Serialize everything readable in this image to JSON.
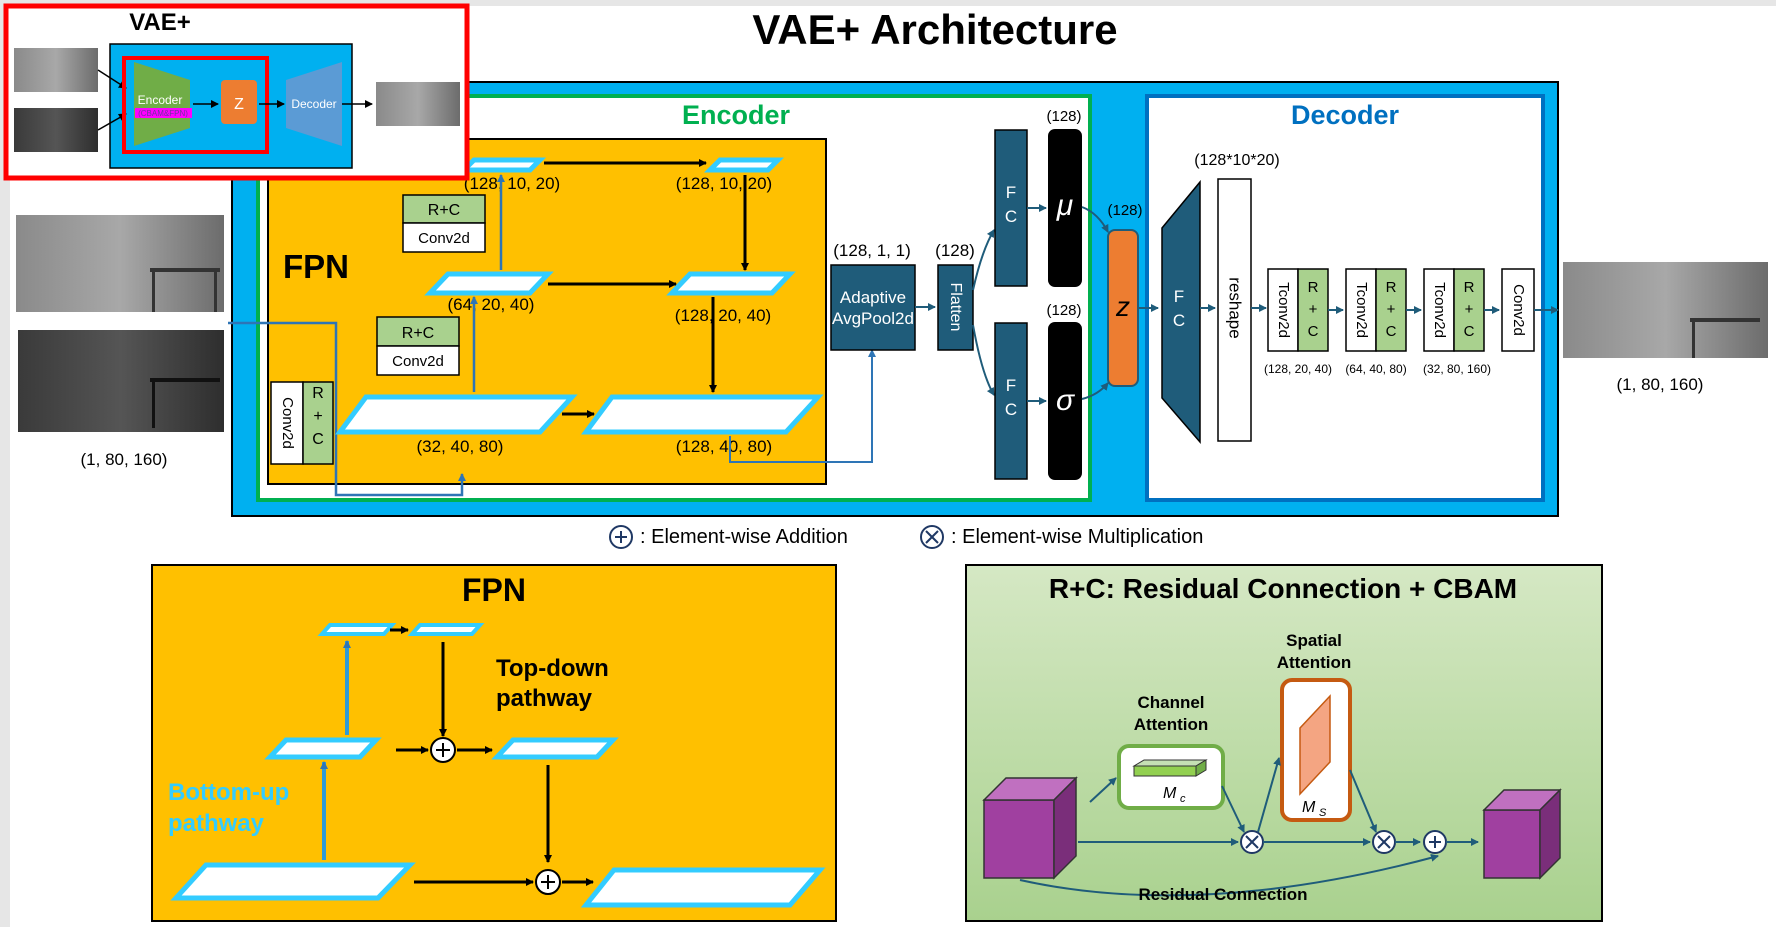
{
  "title": "VAE+ Architecture",
  "thumb": {
    "title": "VAE+",
    "encoder": "Encoder",
    "encoder_sub": "(CBAM&FPN)",
    "z": "Z",
    "decoder": "Decoder"
  },
  "input_shape": "(1, 80, 160)",
  "output_shape": "(1, 80, 160)",
  "encoder": {
    "title": "Encoder",
    "fpn_label": "FPN",
    "conv2d": "Conv2d",
    "rc": "R+C",
    "rc_vertical": "R\n+\nC",
    "shapes": [
      "(128, 10, 20)",
      "(128, 10, 20)",
      "(64, 20, 40)",
      "(128, 20, 40)",
      "(32, 40, 80)",
      "(128, 40, 80)"
    ],
    "pool_shape": "(128, 1, 1)",
    "pool_label_1": "Adaptive",
    "pool_label_2": "AvgPool2d",
    "flatten_shape": "(128)",
    "flatten": "Flatten",
    "fc": "F\nC",
    "mu": "μ",
    "sigma": "σ",
    "mu_shape": "(128)",
    "sigma_shape": "(128)",
    "z": "z",
    "z_shape": "(128)"
  },
  "decoder": {
    "title": "Decoder",
    "fc_shape": "(128*10*20)",
    "fc": "F\nC",
    "reshape": "reshape",
    "tconv": "Tconv2d",
    "conv": "Conv2d",
    "rc": "R\n+\nC",
    "shapes": [
      "(128, 20, 40)",
      "(64, 40, 80)",
      "(32, 80, 160)"
    ]
  },
  "legend": {
    "add": ": Element-wise Addition",
    "mult": ": Element-wise Multiplication"
  },
  "fpn_panel": {
    "title": "FPN",
    "top_down_1": "Top-down",
    "top_down_2": "pathway",
    "bottom_up_1": "Bottom-up",
    "bottom_up_2": "pathway"
  },
  "rc_panel": {
    "title": "R+C: Residual Connection + CBAM",
    "channel_1": "Channel",
    "channel_2": "Attention",
    "spatial_1": "Spatial",
    "spatial_2": "Attention",
    "mc": "M",
    "mc_sub": "c",
    "ms": "M",
    "ms_sub": "S",
    "residual": "Residual Connection"
  },
  "colors": {
    "blue": "#00b0f0",
    "green_border": "#00b050",
    "fpn_fill": "#ffc000",
    "navy": "#1f5c7a",
    "z_orange": "#ed7d31",
    "decoder_title": "#0070c0",
    "encoder_title": "#00b050",
    "cyan": "#33ccff",
    "purple": "#8e3b8e",
    "rc_bg": "#a9d18e"
  }
}
